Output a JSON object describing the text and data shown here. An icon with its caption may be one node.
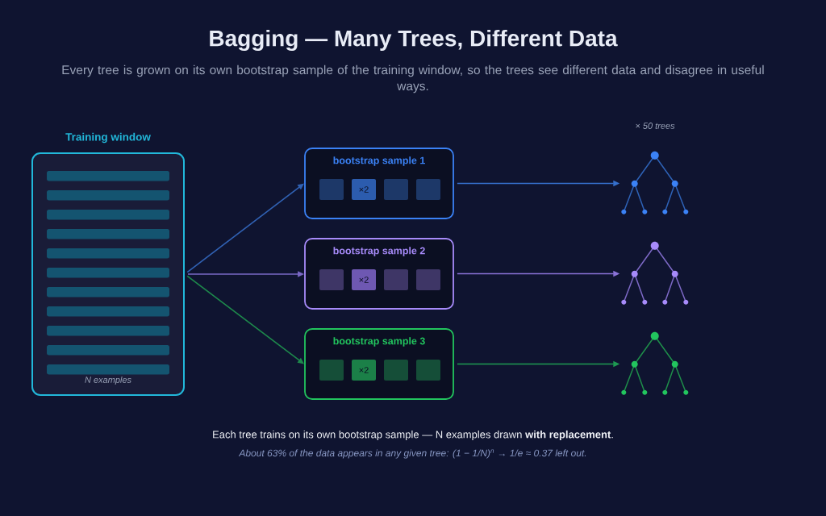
{
  "diagram": {
    "title": "Bagging — Many Trees, Different Data",
    "nodes": [
      {
        "text": [
          "Training window",
          "N examples"
        ]
      },
      {
        "text": [
          "bootstrap sample 1"
        ]
      },
      {
        "text": [],
        "shape": "box",
        "in": 1
      },
      {
        "text": [
          "×2"
        ],
        "in": 1
      },
      {
        "text": [],
        "shape": "box",
        "in": 1
      },
      {
        "text": [],
        "shape": "box",
        "in": 1
      },
      {
        "text": [
          "bootstrap sample 2"
        ]
      },
      {
        "text": [],
        "shape": "box",
        "in": 6
      },
      {
        "text": [
          "×2"
        ],
        "in": 6
      },
      {
        "text": [],
        "shape": "box",
        "in": 6
      },
      {
        "text": [],
        "shape": "box",
        "in": 6
      },
      {
        "text": [
          "bootstrap sample 3"
        ]
      },
      {
        "text": [],
        "shape": "box",
        "in": 11
      },
      {
        "text": [
          "×2"
        ],
        "in": 11
      },
      {
        "text": [],
        "shape": "box",
        "in": 11
      },
      {
        "text": [],
        "shape": "box",
        "in": 11
      },
      {
        "text": [],
        "shape": "tree"
      },
      {
        "text": [],
        "shape": "tree"
      },
      {
        "text": [],
        "shape": "tree"
      }
    ],
    "edges": [
      {
        "from": 0,
        "to": 1,
        "arrow": "to",
        "color": "#3162b4"
      },
      {
        "from": 0,
        "to": 6,
        "arrow": "to",
        "color": "#7a68c6"
      },
      {
        "from": 0,
        "to": 11,
        "arrow": "to",
        "color": "#1e8a4c"
      },
      {
        "from": 1,
        "to": 16,
        "arrow": "to",
        "color": "#3670cc"
      },
      {
        "from": 6,
        "to": 17,
        "arrow": "to",
        "color": "#8b73d8"
      },
      {
        "from": 11,
        "to": 18,
        "arrow": "to",
        "color": "#1e9a52"
      }
    ],
    "labels": [
      "Every tree is grown on its own bootstrap sample of the training window, so the trees see different data and disagree in useful ways.",
      "× 50 trees",
      "Each tree trains on its own bootstrap sample — N examples drawn **with replacement**.",
      "About 63% of the data appears in any given tree: (1 − 1/N)$^{n}$ → 1/e ≈ 0.37 left out."
    ]
  }
}
